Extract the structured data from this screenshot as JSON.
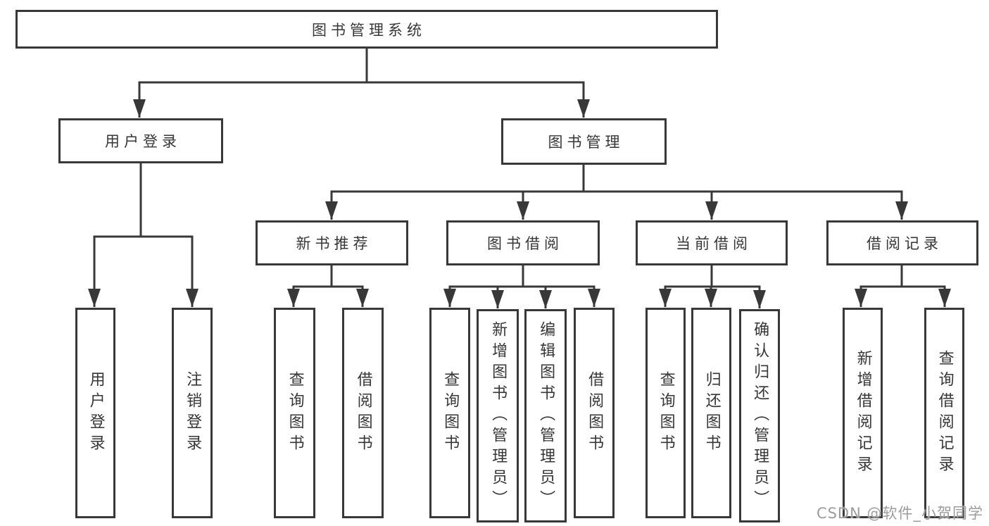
{
  "root": {
    "label": "图书管理系统"
  },
  "user_login": {
    "label": "用户登录",
    "children": [
      {
        "label": "用户登录"
      },
      {
        "label": "注销登录"
      }
    ]
  },
  "book_management": {
    "label": "图书管理",
    "sections": [
      {
        "label": "新书推荐",
        "children": [
          {
            "label": "查询图书"
          },
          {
            "label": "借阅图书"
          }
        ]
      },
      {
        "label": "图书借阅",
        "children": [
          {
            "label": "查询图书"
          },
          {
            "label": "新增图书（管理员）"
          },
          {
            "label": "编辑图书（管理员）"
          },
          {
            "label": "借阅图书"
          }
        ]
      },
      {
        "label": "当前借阅",
        "children": [
          {
            "label": "查询图书"
          },
          {
            "label": "归还图书"
          },
          {
            "label": "确认归还（管理员）"
          }
        ]
      },
      {
        "label": "借阅记录",
        "children": [
          {
            "label": "新增借阅记录"
          },
          {
            "label": "查询借阅记录"
          }
        ]
      }
    ]
  },
  "watermark": {
    "text": "CSDN @软件_小贺同学"
  },
  "colors": {
    "line": "#383838",
    "text": "#363636",
    "background": "#ffffff",
    "watermark": "#9c9c9c"
  }
}
